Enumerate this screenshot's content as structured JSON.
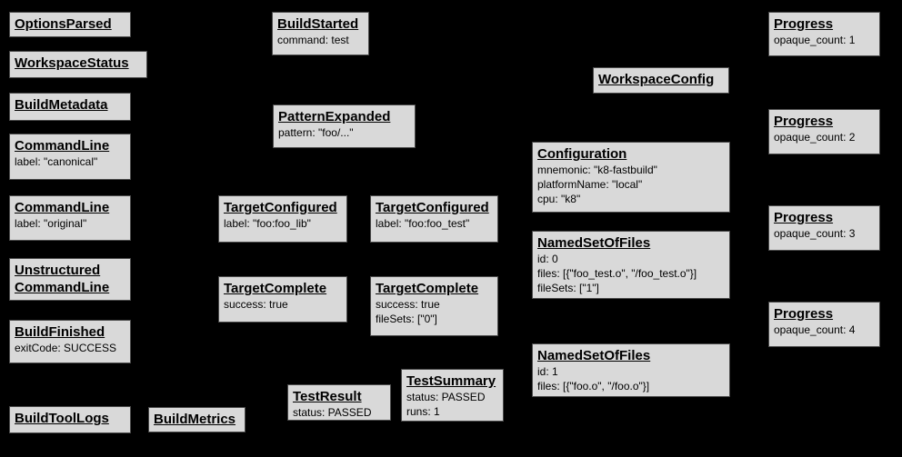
{
  "diagram": {
    "background": "#000000",
    "node_style": {
      "fill": "#d9d9d9",
      "border": "#4a4a4a",
      "text": "#000000"
    },
    "nodes": [
      {
        "id": "options-parsed",
        "title": "OptionsParsed",
        "details": ""
      },
      {
        "id": "workspace-status",
        "title": "WorkspaceStatus",
        "details": ""
      },
      {
        "id": "build-metadata",
        "title": "BuildMetadata",
        "details": ""
      },
      {
        "id": "command-line-canonical",
        "title": "CommandLine",
        "details": "label: \"canonical\""
      },
      {
        "id": "command-line-original",
        "title": "CommandLine",
        "details": "label: \"original\""
      },
      {
        "id": "unstructured-command-line",
        "title": "Unstructured\nCommandLine",
        "details": ""
      },
      {
        "id": "build-finished",
        "title": "BuildFinished",
        "details": "exitCode: SUCCESS"
      },
      {
        "id": "build-tool-logs",
        "title": "BuildToolLogs",
        "details": ""
      },
      {
        "id": "build-metrics",
        "title": "BuildMetrics",
        "details": ""
      },
      {
        "id": "build-started",
        "title": "BuildStarted",
        "details": "command: test"
      },
      {
        "id": "pattern-expanded",
        "title": "PatternExpanded",
        "details": "pattern: \"foo/...\""
      },
      {
        "id": "target-configured-foo-lib",
        "title": "TargetConfigured",
        "details": "label: \"foo:foo_lib\""
      },
      {
        "id": "target-configured-foo-test",
        "title": "TargetConfigured",
        "details": "label: \"foo:foo_test\""
      },
      {
        "id": "target-complete-foo-lib",
        "title": "TargetComplete",
        "details": "success: true"
      },
      {
        "id": "target-complete-foo-test",
        "title": "TargetComplete",
        "details": "success: true\nfileSets: [\"0\"]"
      },
      {
        "id": "test-result",
        "title": "TestResult",
        "details": "status: PASSED"
      },
      {
        "id": "test-summary",
        "title": "TestSummary",
        "details": "status: PASSED\nruns: 1"
      },
      {
        "id": "workspace-config",
        "title": "WorkspaceConfig",
        "details": ""
      },
      {
        "id": "configuration",
        "title": "Configuration",
        "details": "mnemonic: \"k8-fastbuild\"\nplatformName: \"local\"\ncpu: \"k8\""
      },
      {
        "id": "named-set-of-files-0",
        "title": "NamedSetOfFiles",
        "details": "id: 0\nfiles: [{\"foo_test.o\", \"/foo_test.o\"}]\nfileSets: [\"1\"]"
      },
      {
        "id": "named-set-of-files-1",
        "title": "NamedSetOfFiles",
        "details": "id: 1\nfiles: [{\"foo.o\", \"/foo.o\"}]"
      },
      {
        "id": "progress-1",
        "title": "Progress",
        "details": "opaque_count: 1"
      },
      {
        "id": "progress-2",
        "title": "Progress",
        "details": "opaque_count: 2"
      },
      {
        "id": "progress-3",
        "title": "Progress",
        "details": "opaque_count: 3"
      },
      {
        "id": "progress-4",
        "title": "Progress",
        "details": "opaque_count: 4"
      }
    ]
  }
}
